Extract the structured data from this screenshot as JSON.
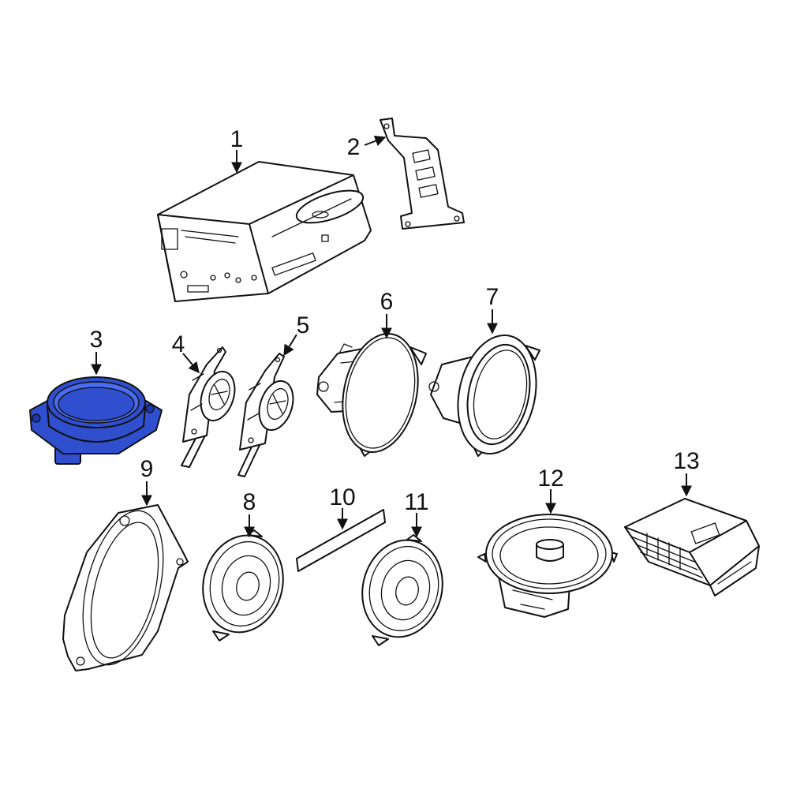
{
  "diagram": {
    "labels": [
      "1",
      "2",
      "3",
      "4",
      "5",
      "6",
      "7",
      "8",
      "9",
      "10",
      "11",
      "12",
      "13"
    ],
    "highlight_part": "3",
    "colors": {
      "line": "#111111",
      "background": "#ffffff",
      "highlight_fill": "#2f4fcf",
      "highlight_dark": "#1e36a8",
      "highlight_light": "#4a6bf0"
    }
  }
}
